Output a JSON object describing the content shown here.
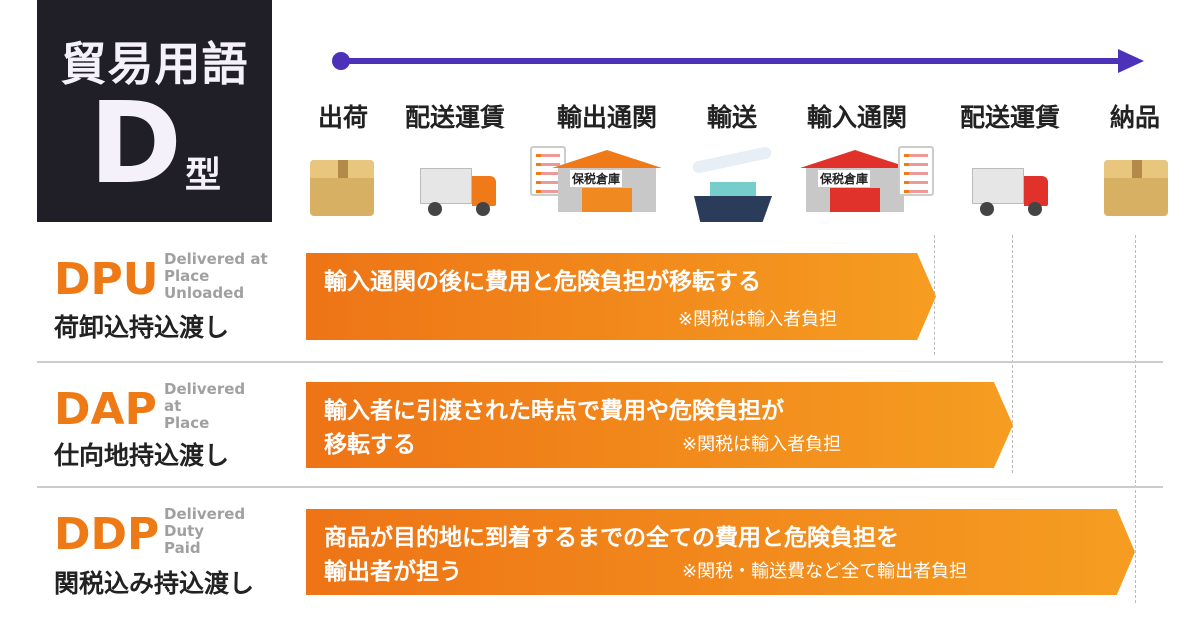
{
  "title": {
    "line1": "貿易用語",
    "letter": "D",
    "suffix": "型"
  },
  "stages": [
    "出荷",
    "配送運賃",
    "輸出通関",
    "輸送",
    "輸入通関",
    "配送運賃",
    "納品"
  ],
  "warehouse_sign": "保税倉庫",
  "terms": [
    {
      "code": "DPU",
      "full": [
        "Delivered at",
        "Place",
        "Unloaded"
      ],
      "jp": "荷卸込持込渡し",
      "desc": [
        "輸入通関の後に費用と危険負担が移転する"
      ],
      "note": "※関税は輸入者負担"
    },
    {
      "code": "DAP",
      "full": [
        "Delivered",
        "at",
        "Place"
      ],
      "jp": "仕向地持込渡し",
      "desc": [
        "輸入者に引渡された時点で費用や危険負担が",
        "移転する"
      ],
      "note": "※関税は輸入者負担"
    },
    {
      "code": "DDP",
      "full": [
        "Delivered",
        "Duty",
        "Paid"
      ],
      "jp": "関税込み持込渡し",
      "desc": [
        "商品が目的地に到着するまでの全ての費用と危険負担を",
        "輸出者が担う"
      ],
      "note": "※関税・輸送費など全て輸出者負担"
    }
  ],
  "colors": {
    "accent": "#ee7a16",
    "timeline": "#4b32b8",
    "title_bg": "#201f27"
  }
}
